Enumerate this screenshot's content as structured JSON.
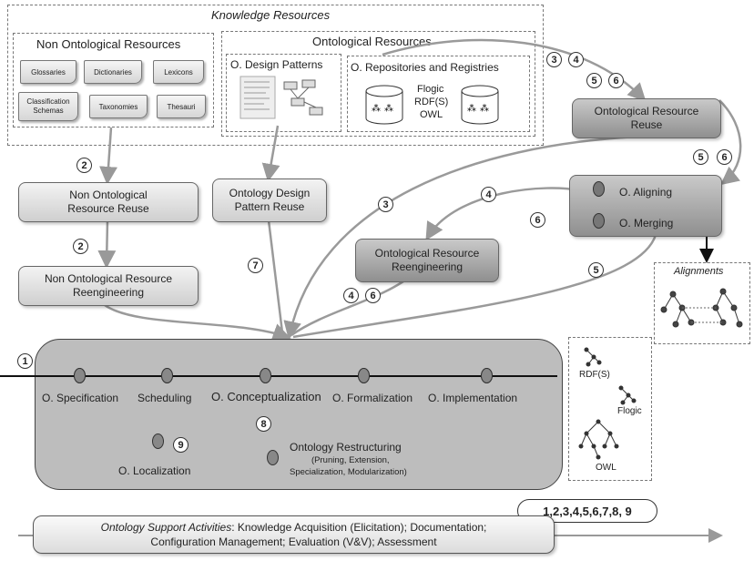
{
  "knowledge_resources": {
    "title": "Knowledge Resources",
    "non_ontological": {
      "title": "Non Ontological Resources",
      "items": [
        "Glossaries",
        "Dictionaries",
        "Lexicons",
        "Classification Schemas",
        "Taxonomies",
        "Thesauri"
      ]
    },
    "ontological": {
      "title": "Ontological Resources",
      "design_patterns": "O. Design Patterns",
      "repositories": "O. Repositories and Registries",
      "formats": [
        "Flogic",
        "RDF(S)",
        "OWL"
      ]
    }
  },
  "processes": {
    "non_onto_reuse": "Non Ontological Resource Reuse",
    "non_onto_reeng": "Non Ontological Resource Reengineering",
    "odp_reuse": "Ontology Design Pattern Reuse",
    "onto_reeng": "Ontological Resource Reengineering",
    "onto_reuse": "Ontological Resource Reuse",
    "aligning": "O. Aligning",
    "merging": "O. Merging"
  },
  "alignments_label": "Alignments",
  "scenario_numbers": {
    "n1": "1",
    "n2": "2",
    "n3": "3",
    "n4": "4",
    "n5": "5",
    "n6": "6",
    "n7": "7",
    "n8": "8",
    "n9": "9"
  },
  "activities": {
    "specification": "O. Specification",
    "scheduling": "Scheduling",
    "conceptualization": "O. Conceptualization",
    "formalization": "O. Formalization",
    "implementation": "O. Implementation",
    "localization": "O. Localization",
    "restructuring": "Ontology Restructuring",
    "restructuring_detail_1": "(Pruning, Extension,",
    "restructuring_detail_2": "Specialization, Modularization)"
  },
  "output_formats": [
    "RDF(S)",
    "Flogic",
    "OWL"
  ],
  "support": {
    "scenarios": "1,2,3,4,5,6,7,8, 9",
    "heading": "Ontology Support Activities",
    "line1": ": Knowledge Acquisition (Elicitation); Documentation;",
    "line2": "Configuration Management; Evaluation (V&V); Assessment"
  }
}
